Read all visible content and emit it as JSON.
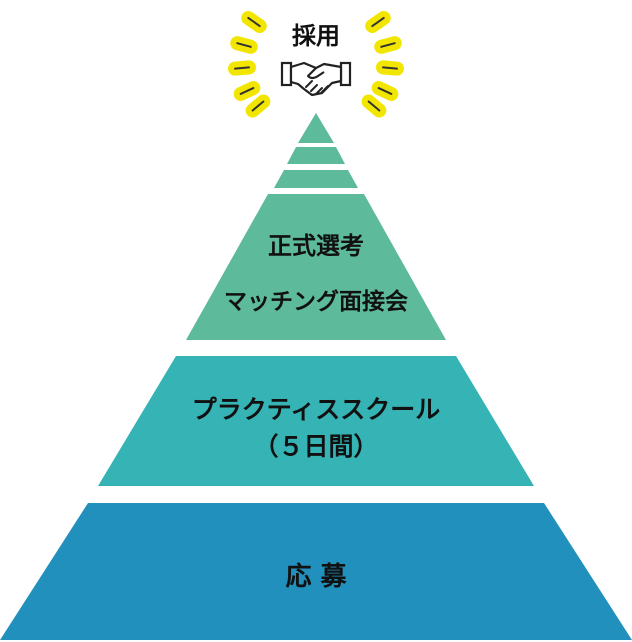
{
  "top": {
    "label": "採用",
    "icon": "handshake-icon",
    "burst_color": "#f2e600"
  },
  "tiers": [
    {
      "id": "selection",
      "lines": [
        "正式選考",
        "マッチング面接会"
      ],
      "color": "#5dbb9b"
    },
    {
      "id": "practice-school",
      "lines": [
        "プラクティススクール",
        "（５日間）"
      ],
      "color": "#35b3b5"
    },
    {
      "id": "application",
      "lines": [
        "応 募"
      ],
      "color": "#2290bd"
    }
  ],
  "apex_color": "#5dbb9b"
}
